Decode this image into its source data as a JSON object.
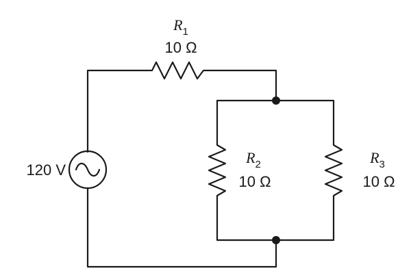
{
  "source": {
    "voltage_label": "120 V"
  },
  "resistors": [
    {
      "symbol": "R",
      "subscript": "1",
      "value": "10 Ω"
    },
    {
      "symbol": "R",
      "subscript": "2",
      "value": "10 Ω"
    },
    {
      "symbol": "R",
      "subscript": "3",
      "value": "10 Ω"
    }
  ],
  "colors": {
    "line": "#1a1a1a",
    "background": "#ffffff"
  },
  "icons": {
    "source": "ac-voltage-source-icon",
    "resistor": "resistor-zigzag-icon",
    "node": "junction-dot-icon"
  }
}
